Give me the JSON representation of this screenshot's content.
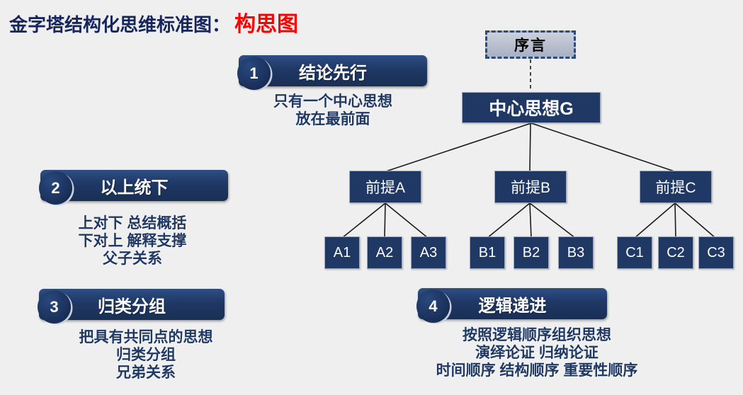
{
  "title": {
    "main": "金字塔结构化思维标准图：",
    "highlight": "构思图"
  },
  "colors": {
    "navy": "#1F3864",
    "red": "#FF0000",
    "background": "#EFEFEF",
    "preface_fill": "#B7BECE",
    "connector_black": "#1B1B1B",
    "node_text": "#FFFFFF"
  },
  "tree": {
    "preface": {
      "label": "序言"
    },
    "root": {
      "label": "中心思想G"
    },
    "premises": [
      {
        "label": "前提A",
        "children": [
          "A1",
          "A2",
          "A3"
        ]
      },
      {
        "label": "前提B",
        "children": [
          "B1",
          "B2",
          "B3"
        ]
      },
      {
        "label": "前提C",
        "children": [
          "C1",
          "C2",
          "C3"
        ]
      }
    ]
  },
  "principles": [
    {
      "number": "1",
      "title": "结论先行",
      "lines": [
        "只有一个中心思想",
        "放在最前面"
      ]
    },
    {
      "number": "2",
      "title": "以上统下",
      "lines": [
        "上对下 总结概括",
        "下对上 解释支撑",
        "父子关系"
      ]
    },
    {
      "number": "3",
      "title": "归类分组",
      "lines": [
        "把具有共同点的思想",
        "归类分组",
        "兄弟关系"
      ]
    },
    {
      "number": "4",
      "title": "逻辑递进",
      "lines": [
        "按照逻辑顺序组织思想",
        "演绎论证 归纳论证",
        "时间顺序 结构顺序 重要性顺序"
      ]
    }
  ]
}
